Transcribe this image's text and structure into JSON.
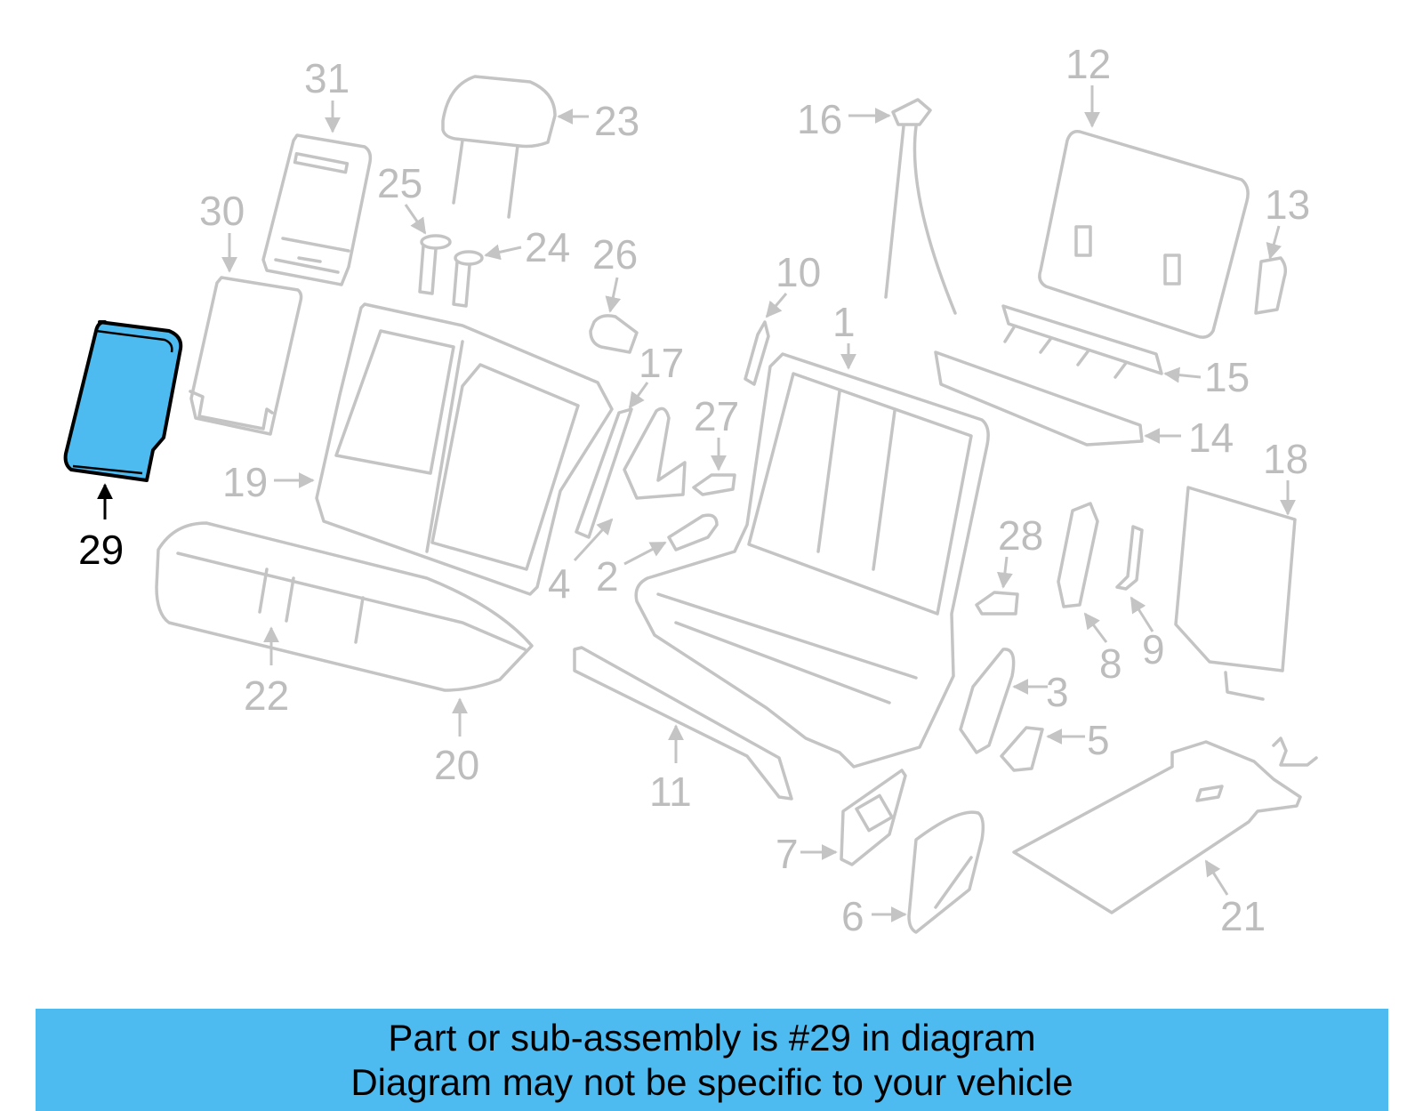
{
  "diagram": {
    "highlighted_part": "29",
    "highlight_color": "#4dbbf0",
    "callouts": [
      "1",
      "2",
      "3",
      "4",
      "5",
      "6",
      "7",
      "8",
      "9",
      "10",
      "11",
      "12",
      "13",
      "14",
      "15",
      "16",
      "17",
      "18",
      "19",
      "20",
      "21",
      "22",
      "23",
      "24",
      "25",
      "26",
      "27",
      "28",
      "29",
      "30",
      "31"
    ]
  },
  "banner": {
    "line1": "Part or sub-assembly is #29 in diagram",
    "line2": "Diagram may not be specific to your vehicle",
    "background": "#4dbbf0"
  }
}
